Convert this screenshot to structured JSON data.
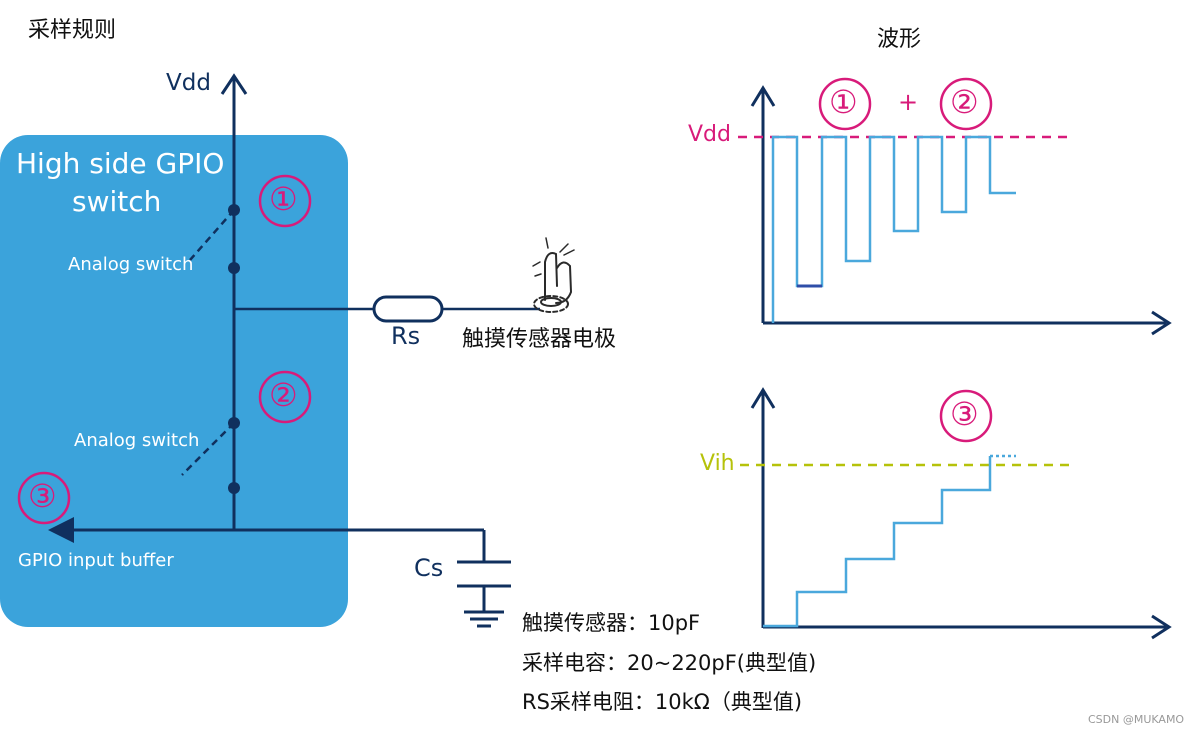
{
  "titles": {
    "left": "采样规则",
    "right": "波形"
  },
  "circuit": {
    "vdd_label": "Vdd",
    "box_title_line1": "High side GPIO",
    "box_title_line2": "switch",
    "switch1_label": "Analog switch",
    "switch2_label": "Analog switch",
    "buffer_label": "GPIO input buffer",
    "rs_label": "Rs",
    "cs_label": "Cs",
    "electrode_label": "触摸传感器电极",
    "markers": [
      "①",
      "②",
      "③"
    ]
  },
  "waveforms": {
    "top": {
      "level_label": "Vdd",
      "marker_a": "①",
      "plus": "+",
      "marker_b": "②"
    },
    "bottom": {
      "level_label": "Vih",
      "marker": "③"
    }
  },
  "notes": [
    "触摸传感器：10pF",
    "采样电容：20~220pF(典型值)",
    "RS采样电阻：10kΩ（典型值)"
  ],
  "watermark": "CSDN @MUKAMO",
  "colors": {
    "box_fill": "#3ba3db",
    "navy": "#10305e",
    "magenta": "#d81b7a",
    "wave_blue": "#4aa8dc",
    "vih_yellow": "#b6c20a"
  }
}
